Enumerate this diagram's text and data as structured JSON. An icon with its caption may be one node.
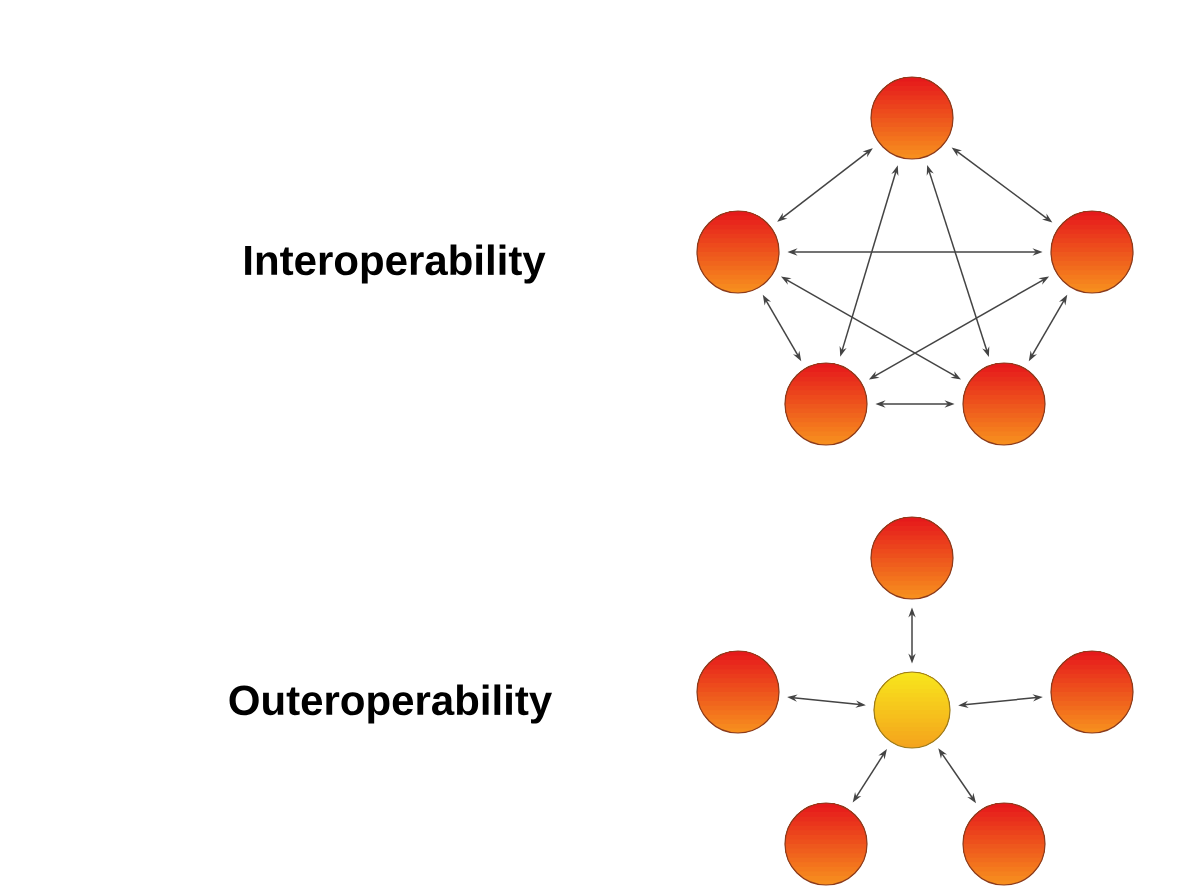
{
  "diagram": {
    "nodes": [
      {
        "text": [],
        "shape": "circle"
      },
      {
        "text": [],
        "shape": "circle"
      },
      {
        "text": [],
        "shape": "circle"
      },
      {
        "text": [],
        "shape": "circle"
      },
      {
        "text": [],
        "shape": "circle"
      },
      {
        "text": [],
        "shape": "circle"
      },
      {
        "text": [],
        "shape": "circle"
      },
      {
        "text": [],
        "shape": "circle"
      },
      {
        "text": [],
        "shape": "circle"
      },
      {
        "text": [],
        "shape": "circle"
      },
      {
        "text": [],
        "shape": "circle"
      }
    ],
    "edges": [
      {
        "from": 0,
        "to": 1,
        "arrow": "both"
      },
      {
        "from": 0,
        "to": 2,
        "arrow": "both"
      },
      {
        "from": 0,
        "to": 3,
        "arrow": "both"
      },
      {
        "from": 0,
        "to": 4,
        "arrow": "both"
      },
      {
        "from": 1,
        "to": 2,
        "arrow": "both"
      },
      {
        "from": 1,
        "to": 3,
        "arrow": "both"
      },
      {
        "from": 1,
        "to": 4,
        "arrow": "both"
      },
      {
        "from": 2,
        "to": 3,
        "arrow": "both"
      },
      {
        "from": 2,
        "to": 4,
        "arrow": "both"
      },
      {
        "from": 3,
        "to": 4,
        "arrow": "both"
      },
      {
        "from": 7,
        "to": 5,
        "arrow": "both"
      },
      {
        "from": 7,
        "to": 6,
        "arrow": "both"
      },
      {
        "from": 7,
        "to": 8,
        "arrow": "both"
      },
      {
        "from": 7,
        "to": 9,
        "arrow": "both"
      },
      {
        "from": 7,
        "to": 10,
        "arrow": "both"
      }
    ],
    "labels": [
      "Interoperability",
      "Outeroperability"
    ]
  }
}
